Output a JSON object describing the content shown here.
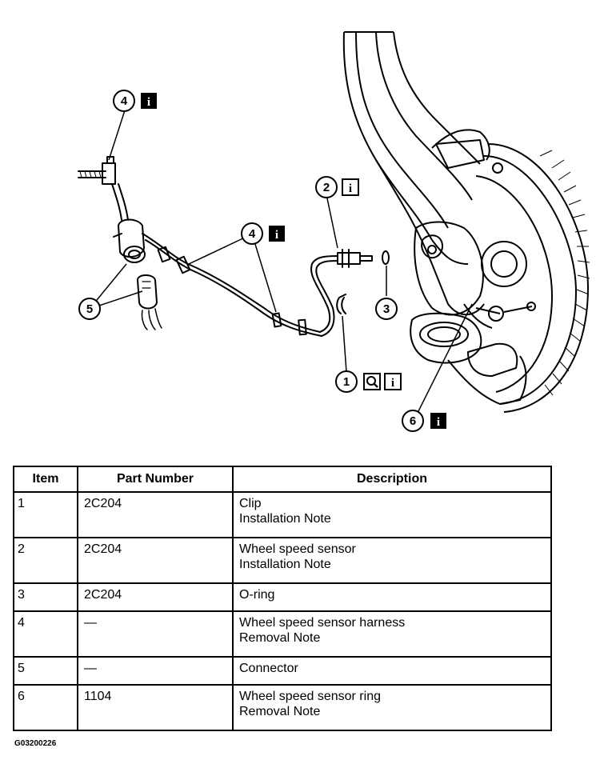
{
  "diagram": {
    "callouts": [
      {
        "id": "c4a",
        "number": "4",
        "badges": [
          "i"
        ]
      },
      {
        "id": "c2",
        "number": "2",
        "badges": [
          "i"
        ]
      },
      {
        "id": "c4b",
        "number": "4",
        "badges": [
          "i"
        ]
      },
      {
        "id": "c3",
        "number": "3",
        "badges": []
      },
      {
        "id": "c5",
        "number": "5",
        "badges": []
      },
      {
        "id": "c1",
        "number": "1",
        "badges": [
          "magnifier-icon",
          "i"
        ]
      },
      {
        "id": "c6",
        "number": "6",
        "badges": [
          "i"
        ]
      }
    ],
    "info_badge_text": "i"
  },
  "table": {
    "headers": {
      "item": "Item",
      "part_number": "Part Number",
      "description": "Description"
    },
    "rows": [
      {
        "item": "1",
        "part_number": "2C204",
        "description": "Clip",
        "note": "Installation Note"
      },
      {
        "item": "2",
        "part_number": "2C204",
        "description": "Wheel speed sensor",
        "note": "Installation Note"
      },
      {
        "item": "3",
        "part_number": "2C204",
        "description": "O-ring",
        "note": ""
      },
      {
        "item": "4",
        "part_number": "—",
        "description": "Wheel speed sensor harness",
        "note": "Removal Note"
      },
      {
        "item": "5",
        "part_number": "—",
        "description": "Connector",
        "note": ""
      },
      {
        "item": "6",
        "part_number": "1104",
        "description": "Wheel speed sensor ring",
        "note": "Removal Note"
      }
    ]
  },
  "figure_id": "G03200226"
}
